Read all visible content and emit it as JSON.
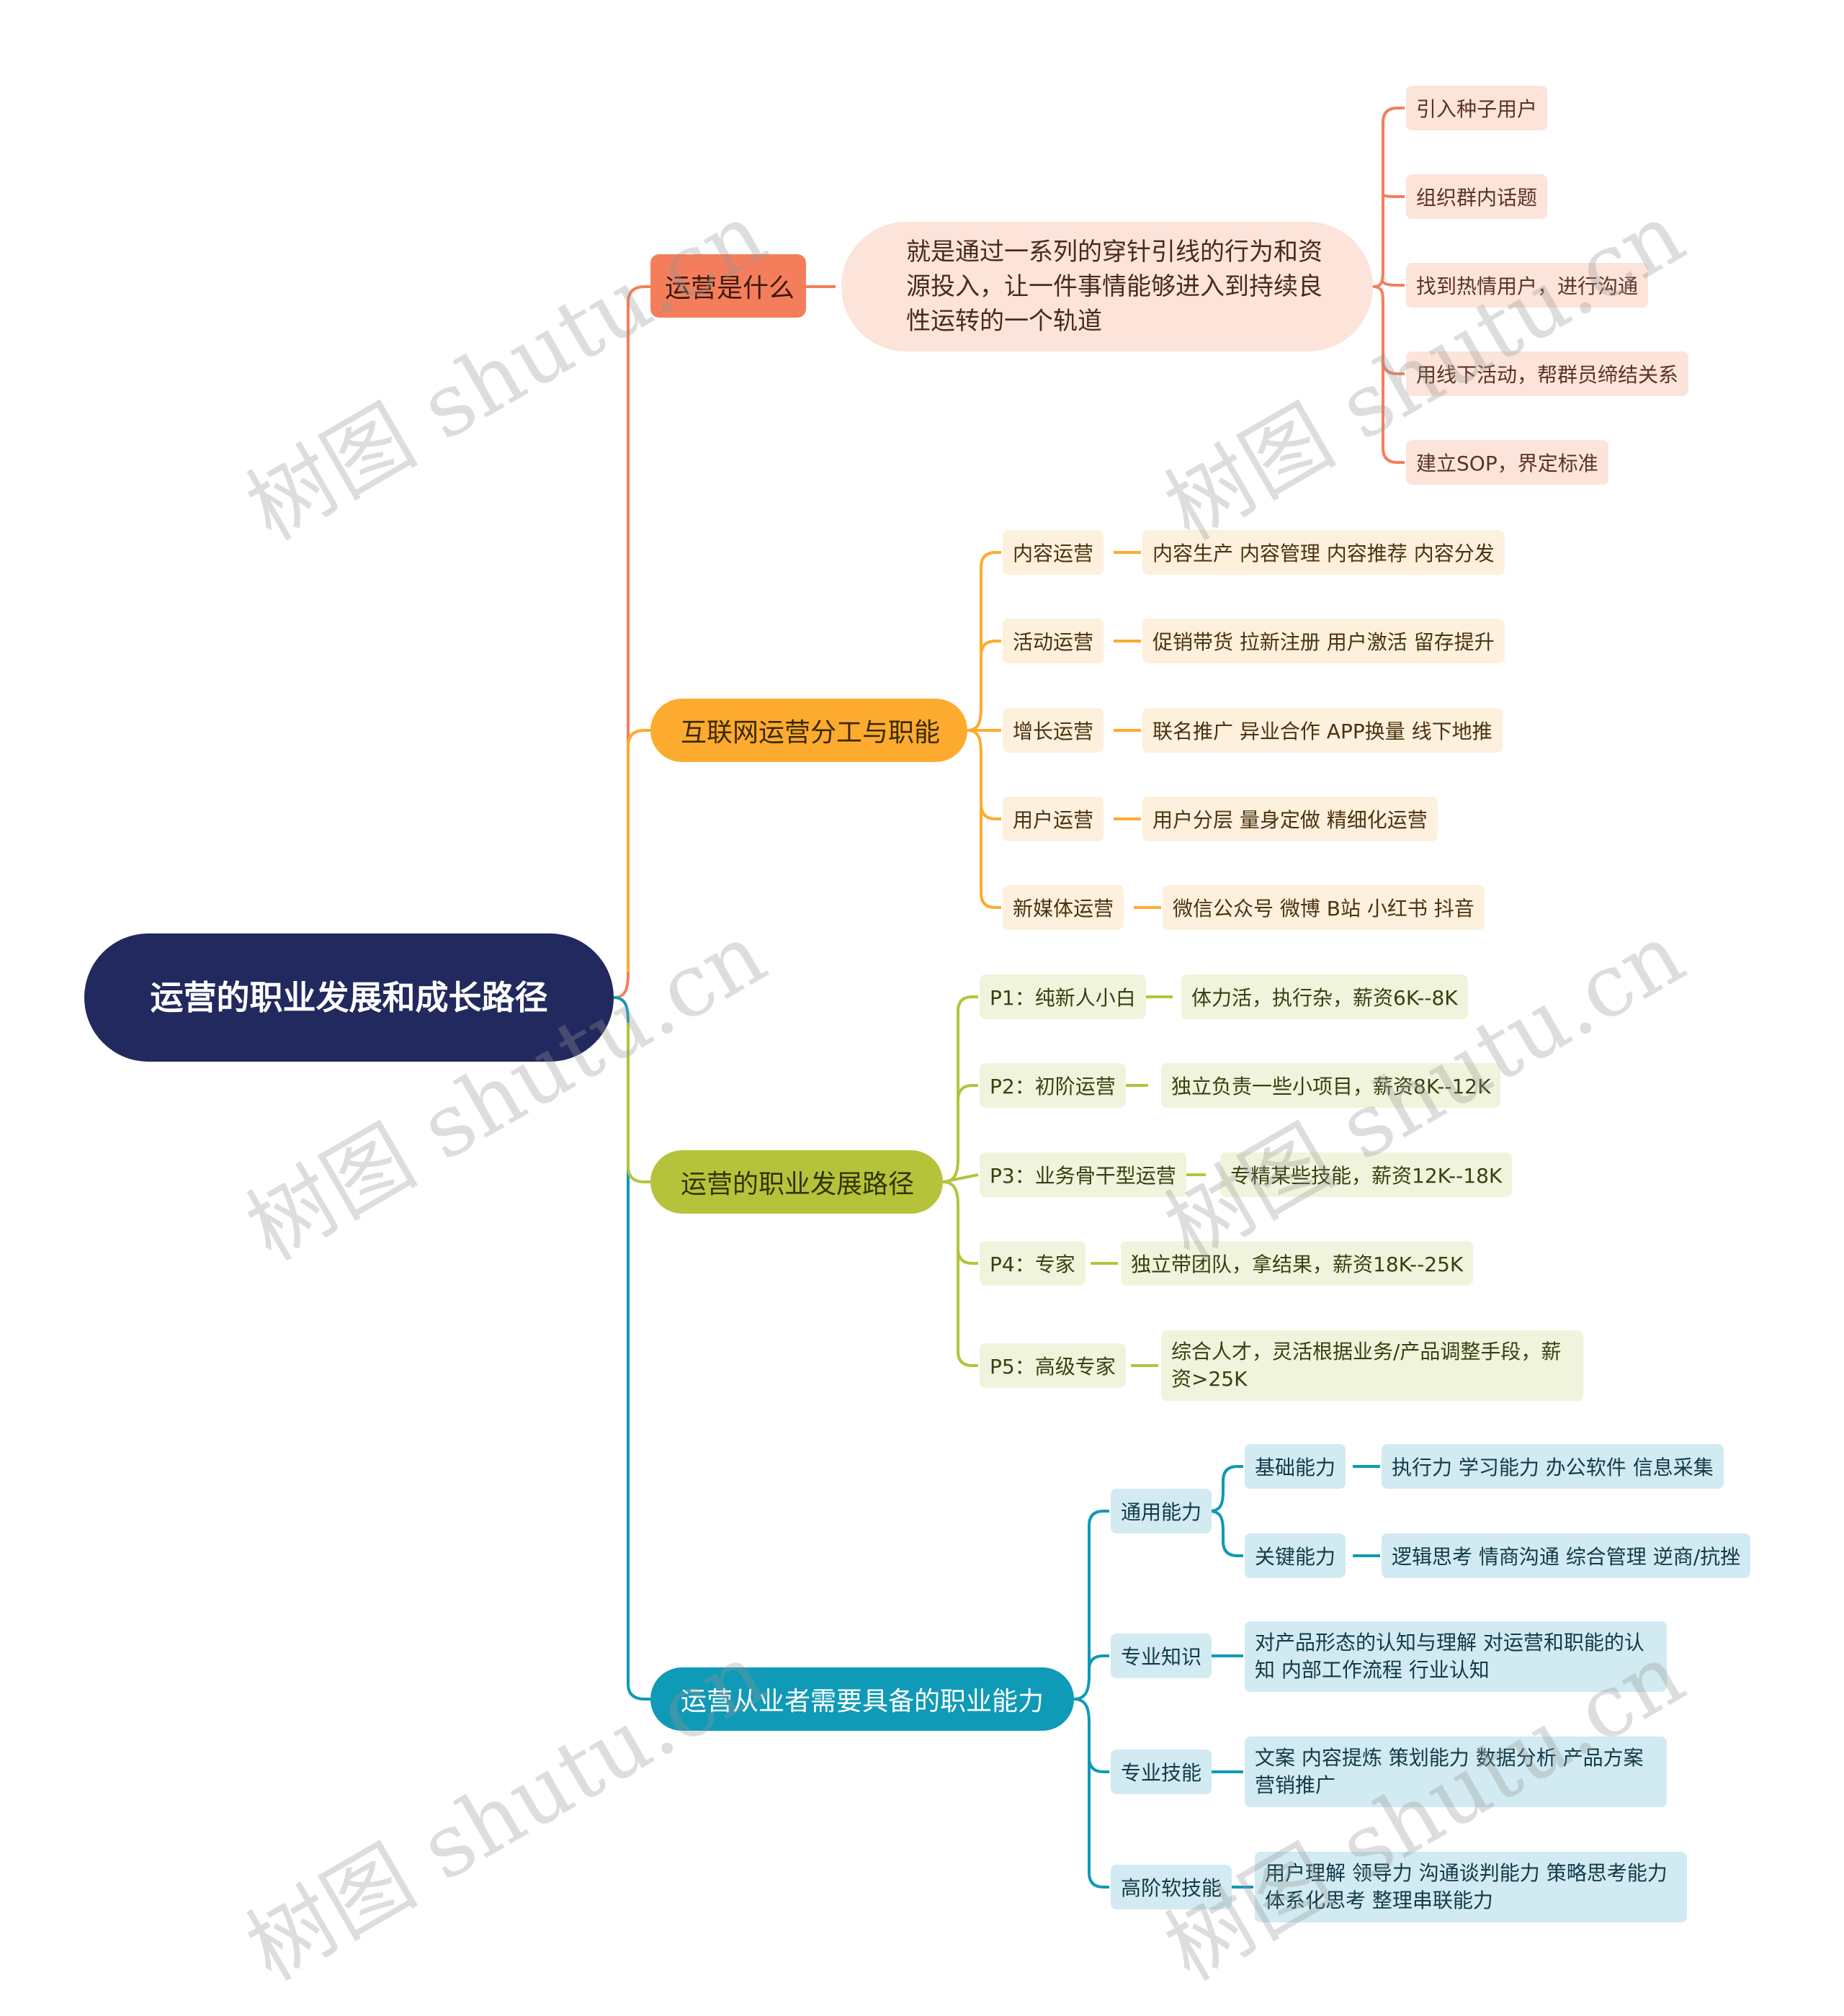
{
  "root": "运营的职业发展和成长路径",
  "branches": {
    "what": {
      "label": "运营是什么",
      "description": "就是通过一系列的穿针引线的行为和资源投入，让一件事情能够进入到持续良性运转的一个轨道",
      "steps": [
        "引入种子用户",
        "组织群内话题",
        "找到热情用户，进行沟通",
        "用线下活动，帮群员缔结关系",
        "建立SOP，界定标准"
      ]
    },
    "roles": {
      "label": "互联网运营分工与职能",
      "items": [
        {
          "name": "内容运营",
          "detail": "内容生产 内容管理 内容推荐 内容分发"
        },
        {
          "name": "活动运营",
          "detail": "促销带货 拉新注册 用户激活 留存提升"
        },
        {
          "name": "增长运营",
          "detail": "联名推广 异业合作 APP换量 线下地推"
        },
        {
          "name": "用户运营",
          "detail": "用户分层 量身定做 精细化运营"
        },
        {
          "name": "新媒体运营",
          "detail": "微信公众号 微博 B站 小红书 抖音"
        }
      ]
    },
    "path": {
      "label": "运营的职业发展路径",
      "items": [
        {
          "name": "P1：纯新人小白",
          "detail": "体力活，执行杂，薪资6K--8K"
        },
        {
          "name": "P2：初阶运营",
          "detail": "独立负责一些小项目，薪资8K--12K"
        },
        {
          "name": "P3：业务骨干型运营",
          "detail": "专精某些技能，薪资12K--18K"
        },
        {
          "name": "P4：专家",
          "detail": "独立带团队，拿结果，薪资18K--25K"
        },
        {
          "name": "P5：高级专家",
          "detail": "综合人才，灵活根据业务/产品调整手段，薪资>25K"
        }
      ]
    },
    "skills": {
      "label": "运营从业者需要具备的职业能力",
      "general": {
        "name": "通用能力",
        "sub": [
          {
            "name": "基础能力",
            "detail": "执行力 学习能力 办公软件 信息采集"
          },
          {
            "name": "关键能力",
            "detail": "逻辑思考 情商沟通 综合管理 逆商/抗挫"
          }
        ]
      },
      "items": [
        {
          "name": "专业知识",
          "detail": "对产品形态的认知与理解 对运营和职能的认知 内部工作流程 行业认知"
        },
        {
          "name": "专业技能",
          "detail": "文案 内容提炼 策划能力 数据分析 产品方案 营销推广"
        },
        {
          "name": "高阶软技能",
          "detail": "用户理解 领导力 沟通谈判能力 策略思考能力 体系化思考 整理串联能力"
        }
      ]
    }
  },
  "watermark": "树图 shutu.cn",
  "colors": {
    "root": "#22295e",
    "what": "#f47e5b",
    "roles": "#fdab2f",
    "path": "#b5c33b",
    "skills": "#0f9ab7"
  }
}
